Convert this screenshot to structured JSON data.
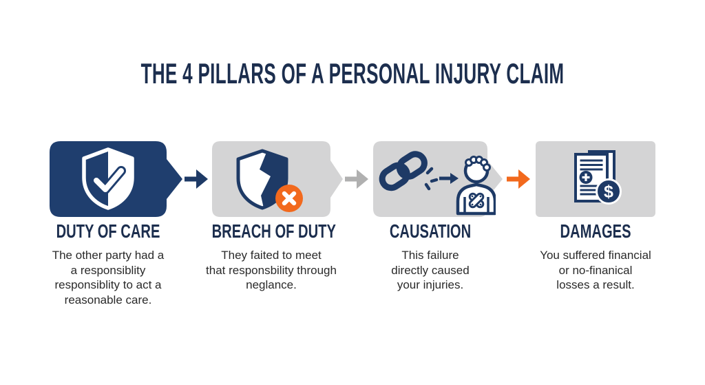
{
  "title": "THE 4 PILLARS OF A PERSONAL INJURY CLAIM",
  "colors": {
    "navy_box": "#1f3e6e",
    "icon_navy": "#1e3a66",
    "gray_box": "#d4d4d5",
    "orange": "#f2691d",
    "title_navy": "#1c2e4e",
    "body_text": "#2a2a2a",
    "arrow_gray": "#b0b0b0"
  },
  "pillars": [
    {
      "title": "DUTY OF CARE",
      "desc": "The other party had a\na responsiblity\nresponsiblity to act a\nreasonable care.",
      "icon": "shield-check-icon",
      "box_style": "navy-pointed"
    },
    {
      "title": "BREACH OF DUTY",
      "desc": "They faited to meet\nthat responsbility through\nneglance.",
      "icon": "broken-shield-x-icon",
      "box_style": "gray-pointed"
    },
    {
      "title": "CAUSATION",
      "desc": "This failure\ndirectly caused\nyour injuries.",
      "icon": "broken-chain-injured-person-icon",
      "box_style": "gray-pointed"
    },
    {
      "title": "DAMAGES",
      "desc": "You suffered financial\nor no-finanical\nlosses a result.",
      "icon": "medical-bill-dollar-icon",
      "box_style": "gray-plain"
    }
  ],
  "arrows": [
    {
      "color_name": "navy"
    },
    {
      "color_name": "gray"
    },
    {
      "color_name": "orange"
    }
  ]
}
